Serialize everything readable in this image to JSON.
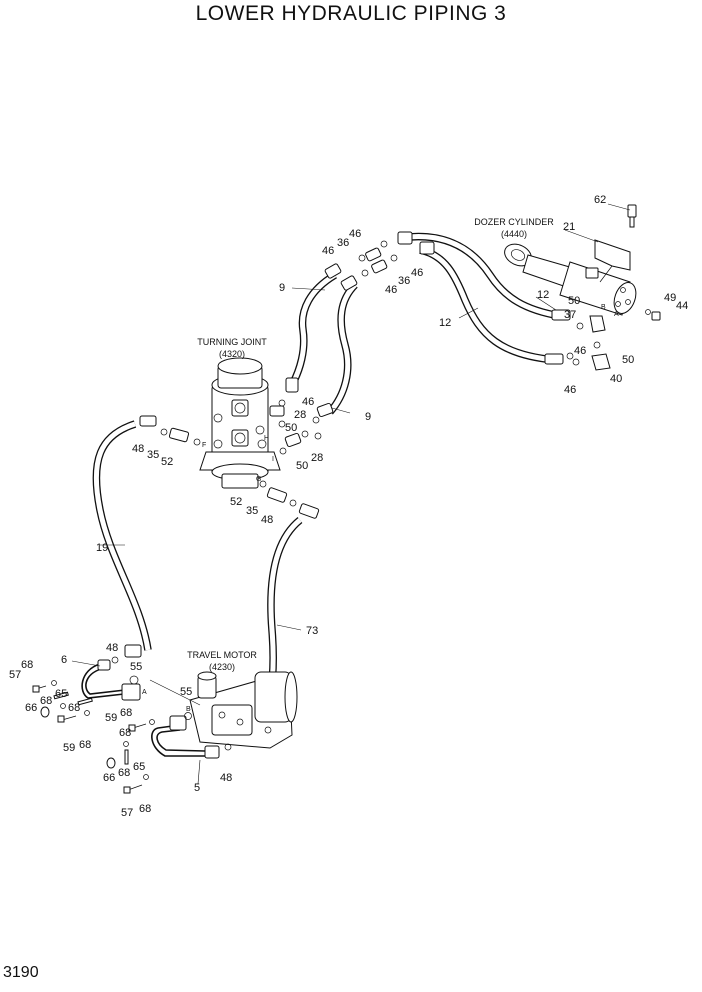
{
  "title": "LOWER HYDRAULIC PIPING 3",
  "page_number": "3190",
  "components": {
    "turning_joint": {
      "name": "TURNING JOINT",
      "code": "(4320)"
    },
    "travel_motor": {
      "name": "TRAVEL MOTOR",
      "code": "(4230)"
    },
    "dozer_cylinder": {
      "name": "DOZER CYLINDER",
      "code": "(4440)"
    }
  },
  "ports": [
    "F",
    "G",
    "H",
    "I",
    "A",
    "B",
    "A",
    "B"
  ],
  "callouts": [
    "62",
    "21",
    "46",
    "36",
    "46",
    "46",
    "36",
    "46",
    "9",
    "12",
    "12",
    "50",
    "37",
    "49",
    "44",
    "46",
    "50",
    "40",
    "46",
    "28",
    "50",
    "48",
    "35",
    "52",
    "46",
    "28",
    "50",
    "9",
    "52",
    "35",
    "48",
    "19",
    "73",
    "48",
    "6",
    "55",
    "68",
    "57",
    "65",
    "68",
    "66",
    "68",
    "59",
    "68",
    "55",
    "68",
    "59",
    "68",
    "65",
    "66",
    "68",
    "5",
    "48",
    "57",
    "68"
  ]
}
